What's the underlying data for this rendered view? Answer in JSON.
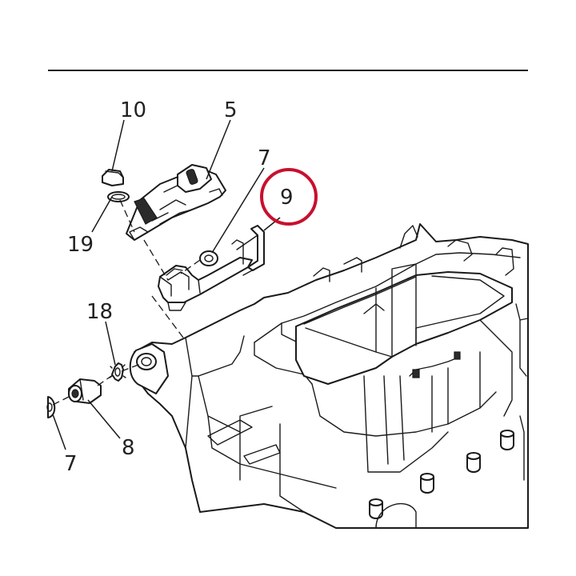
{
  "callouts": {
    "c10": "10",
    "c5": "5",
    "c7_top": "7",
    "c9": "9",
    "c19": "19",
    "c18": "18",
    "c8": "8",
    "c7_bottom": "7"
  },
  "highlight_color": "#c8102e",
  "line_color": "#1a1a1a",
  "background_color": "#ffffff"
}
